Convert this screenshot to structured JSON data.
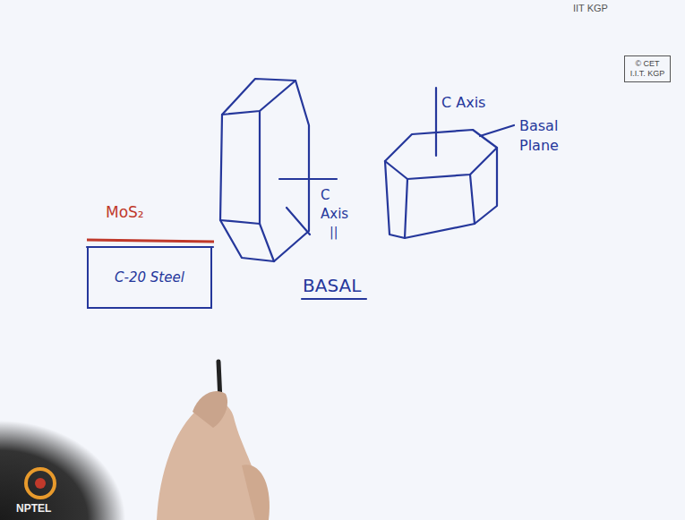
{
  "diagram": {
    "nodes": [
      {
        "text": [
          "C-20 Steel"
        ]
      },
      {
        "text": [
          "© CET I.I.T. KGP"
        ]
      }
    ],
    "labels": [
      "IIT KGP",
      "C Axis",
      "Basal Plane",
      "C Axis",
      "||",
      "BASAL",
      "MoS₂",
      "NPTEL"
    ]
  }
}
